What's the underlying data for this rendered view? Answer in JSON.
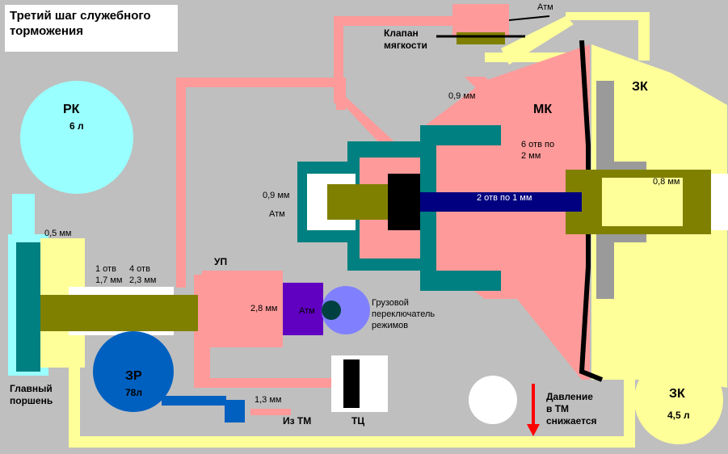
{
  "title": "Третий шаг служебного\nторможения",
  "labels": {
    "atm_top": "Атм",
    "valve_softness": "Клапан\nмягкости",
    "d_09_top": "0,9 мм",
    "mk": "МК",
    "zk_top": "ЗК",
    "holes_6": "6 отв по\n2 мм",
    "d_08": "0,8 мм",
    "d_09_left": "0,9 мм",
    "atm_left": "Атм",
    "holes_2": "2 отв по 1 мм",
    "rk": "РК",
    "rk_vol": "6 л",
    "d_05": "0,5 мм",
    "hole_1": "1 отв\n1,7 мм",
    "holes_4": "4 отв\n2,3 мм",
    "up": "УП",
    "d_28": "2,8 мм",
    "atm_up": "Атм",
    "cargo_switch": "Грузовой\nпереключатель\nрежимов",
    "zr": "ЗР",
    "zr_vol": "78л",
    "main_piston": "Главный\nпоршень",
    "d_13": "1,3 мм",
    "from_tm": "Из ТМ",
    "tc": "ТЦ",
    "pressure": "Давление\nв ТМ\nснижается",
    "zk_right": "ЗК",
    "zk_right_vol": "4,5 л"
  },
  "colors": {
    "pink": "#ff9a9a",
    "yellow": "#ffff9a",
    "cyan": "#9affff",
    "teal": "#008080",
    "olive": "#808000",
    "blue": "#0060c0",
    "navy": "#000080",
    "purple": "#6000c0",
    "brown": "#804000"
  }
}
